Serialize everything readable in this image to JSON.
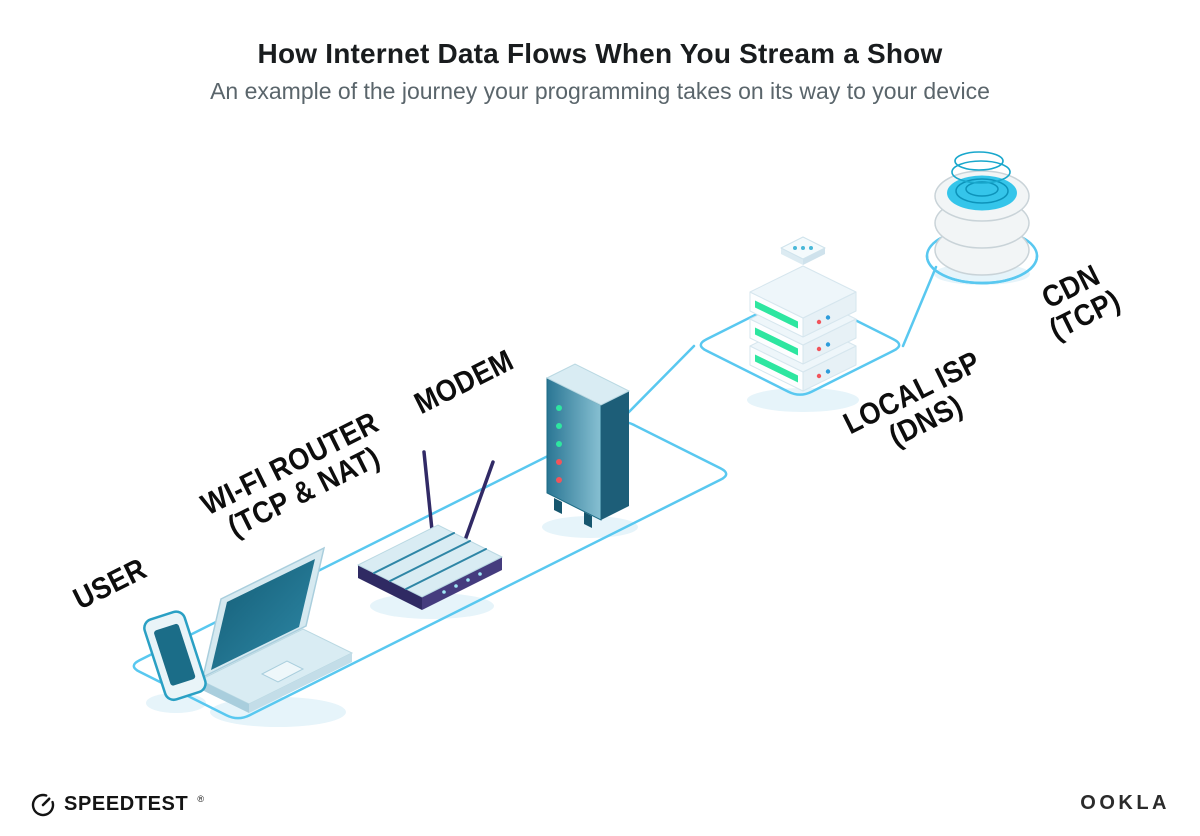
{
  "header": {
    "title": "How Internet Data Flows When You Stream a Show",
    "subtitle": "An example of the journey your programming takes on its way to your device"
  },
  "diagram": {
    "labels": {
      "user": {
        "line1": "USER"
      },
      "router": {
        "line1": "WI-FI ROUTER",
        "line2": "(TCP & NAT)"
      },
      "modem": {
        "line1": "MODEM"
      },
      "isp": {
        "line1": "LOCAL ISP",
        "line2": "(DNS)"
      },
      "cdn": {
        "line1": "CDN",
        "line2": "(TCP)"
      }
    },
    "colors": {
      "line": "#59c8f0",
      "teal_dark": "#1b6a84",
      "teal_mid": "#2e86a6",
      "navy": "#312a66",
      "led_green": "#2ee6a0",
      "led_red": "#f2545b",
      "dot_blue": "#2d9cdb",
      "cyan_top": "#35c5ea"
    }
  },
  "footer": {
    "speedtest": "SPEEDTEST",
    "speedtest_mark": "®",
    "ookla": "OOKLA"
  }
}
